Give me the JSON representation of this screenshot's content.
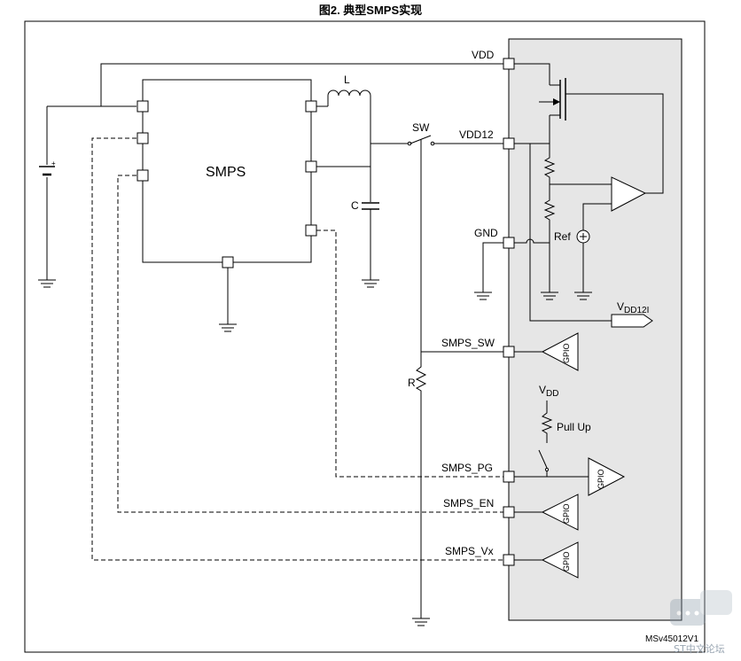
{
  "title": "图2. 典型SMPS实现",
  "smps_label": "SMPS",
  "components": {
    "inductor": "L",
    "capacitor": "C",
    "switch": "SW",
    "resistor": "R",
    "reference": "Ref",
    "pullup": "Pull Up"
  },
  "pins": {
    "vdd": "VDD",
    "vdd12": "VDD12",
    "gnd": "GND",
    "smps_sw": "SMPS_SW",
    "smps_pg": "SMPS_PG",
    "smps_en": "SMPS_EN",
    "smps_vx": "SMPS_Vx"
  },
  "signals": {
    "vdd12i_main": "V",
    "vdd12i_sub": "DD12I",
    "vdd_main": "V",
    "vdd_sub": "DD"
  },
  "gpio_label": "GPIO",
  "footer_code": "MSv45012V1",
  "watermark": "ST中文论坛"
}
